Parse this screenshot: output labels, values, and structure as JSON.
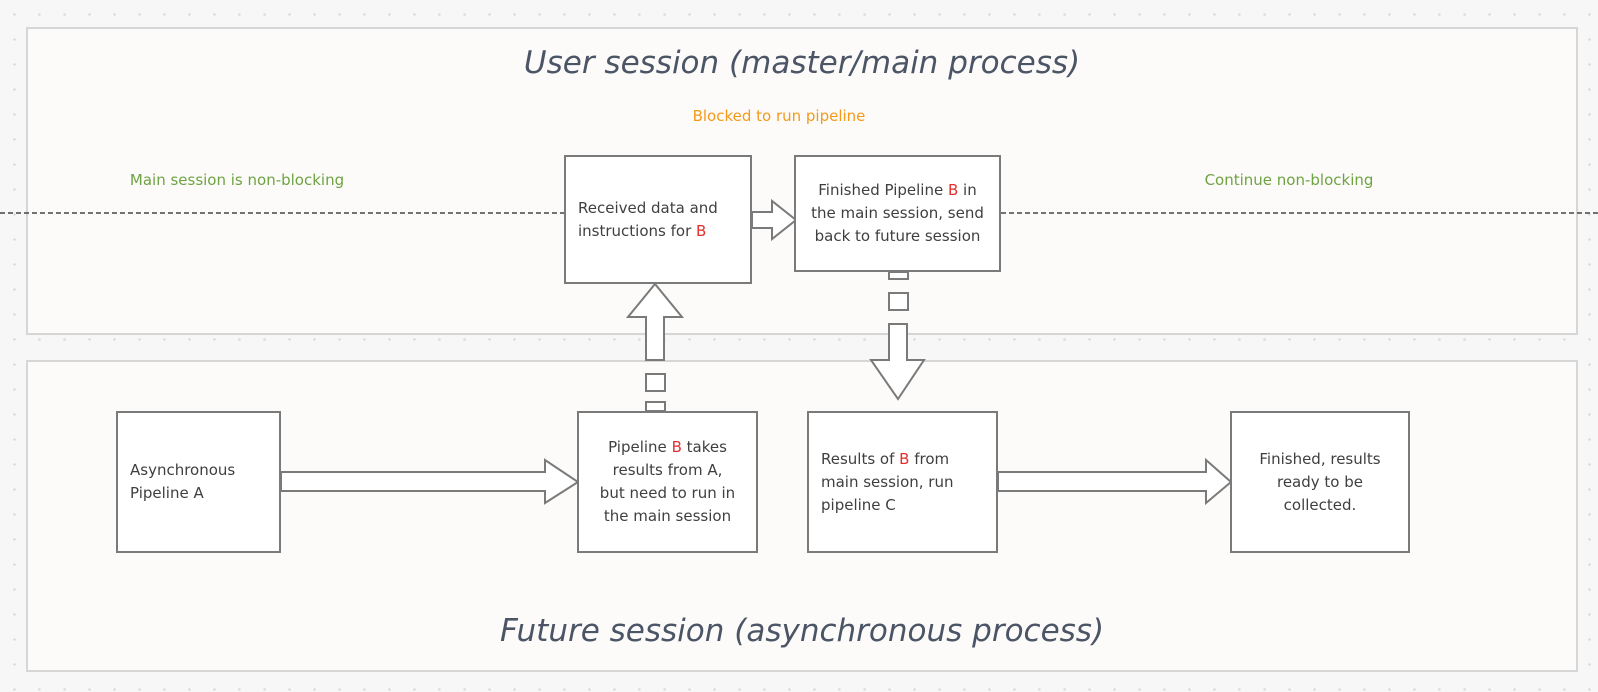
{
  "diagram": {
    "user_session": {
      "title": "User session (master/main process)",
      "blocked_note": "Blocked to run pipeline",
      "left_note": "Main session is non-blocking",
      "right_note": "Continue non-blocking"
    },
    "future_session": {
      "title": "Future session (asynchronous process)"
    },
    "boxes": {
      "received": {
        "line1": "Received data and",
        "line2_prefix": "instructions for ",
        "line2_highlight": "B"
      },
      "finished_b": {
        "line1_prefix": "Finished Pipeline ",
        "line1_highlight": "B",
        "line1_suffix": " in",
        "line2": "the main session, send",
        "line3": "back to future session"
      },
      "async_a": {
        "line1": "Asynchronous",
        "line2": "Pipeline A"
      },
      "pipeline_b": {
        "line1_prefix": "Pipeline ",
        "line1_highlight": "B",
        "line1_suffix": " takes",
        "line2": "results from A,",
        "line3": "but need to run in",
        "line4": "the main session"
      },
      "results_b": {
        "line1_prefix": "Results of ",
        "line1_highlight": "B",
        "line1_suffix": " from",
        "line2": "main session, run",
        "line3": "pipeline C"
      },
      "finished_results": {
        "line1": "Finished, results",
        "line2": "ready to be",
        "line3": "collected."
      }
    },
    "colors": {
      "highlight": "#e52f2f",
      "green_note": "#6ea343",
      "orange_note": "#f39a1b",
      "title": "#4b5566",
      "box_border": "#7a7a7a"
    }
  }
}
